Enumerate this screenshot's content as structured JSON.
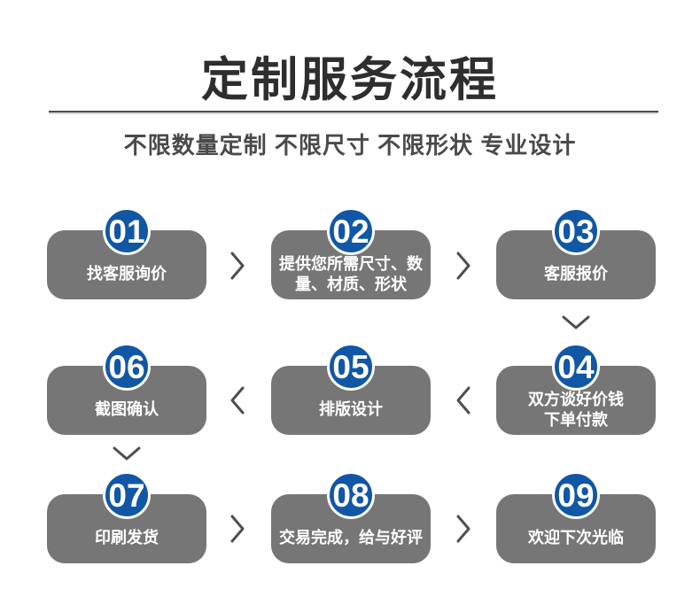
{
  "header": {
    "title": "定制服务流程",
    "subtitle": "不限数量定制 不限尺寸 不限形状 专业设计"
  },
  "steps": [
    {
      "num": "01",
      "label": "找客服询价"
    },
    {
      "num": "02",
      "label": "提供您所需尺寸、数\n量、材质、形状"
    },
    {
      "num": "03",
      "label": "客服报价"
    },
    {
      "num": "04",
      "label": "双方谈好价钱\n下单付款"
    },
    {
      "num": "05",
      "label": "排版设计"
    },
    {
      "num": "06",
      "label": "截图确认"
    },
    {
      "num": "07",
      "label": "印刷发货"
    },
    {
      "num": "08",
      "label": "交易完成，给与好评"
    },
    {
      "num": "09",
      "label": "欢迎下次光临"
    }
  ],
  "colors": {
    "badge_blue": "#1157a5",
    "box_gray": "#767676",
    "arrow_gray": "#4e4e4e",
    "title_color": "#2e2e2e",
    "subtitle_color": "#4a4a4a"
  }
}
